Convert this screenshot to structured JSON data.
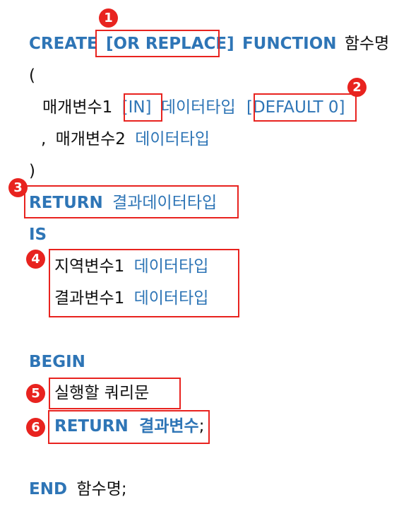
{
  "code": {
    "line1": {
      "create": "CREATE",
      "or_replace": "[OR REPLACE]",
      "function": "FUNCTION",
      "name": "함수명"
    },
    "line2": {
      "paren_open": "("
    },
    "line3": {
      "param1": "매개변수1",
      "in": "[IN]",
      "type": "데이터타입",
      "default": "[DEFAULT 0]"
    },
    "line4": {
      "comma": ",",
      "param2": "매개변수2",
      "type": "데이터타입"
    },
    "line5": {
      "paren_close": ")"
    },
    "line6": {
      "return": "RETURN",
      "type": "결과데이터타입"
    },
    "line7": {
      "is": "IS"
    },
    "line8": {
      "local_var": "지역변수1",
      "type": "데이터타입"
    },
    "line9": {
      "result_var": "결과변수1",
      "type": "데이터타입"
    },
    "line10": {
      "begin": "BEGIN"
    },
    "line11": {
      "query": "실행할 쿼리문"
    },
    "line12": {
      "return": "RETURN",
      "result_var": "결과변수",
      "semicolon": ";"
    },
    "line13": {
      "end": "END",
      "name": "함수명",
      "semicolon": ";"
    }
  },
  "badges": [
    "1",
    "2",
    "3",
    "4",
    "5",
    "6"
  ],
  "colors": {
    "keyword": "#2e75b6",
    "text": "#111111",
    "highlight": "#e8231f"
  }
}
